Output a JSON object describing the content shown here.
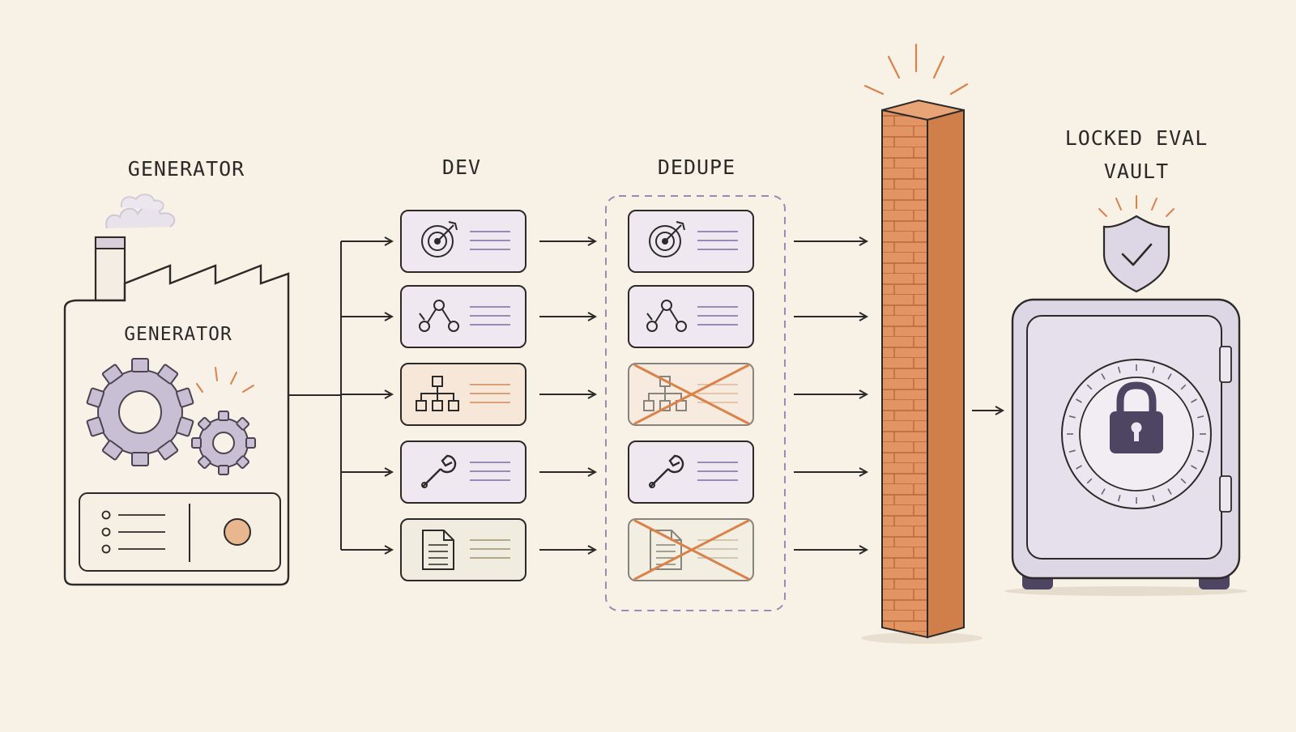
{
  "titles": {
    "generator": "GENERATOR",
    "dev": "DEV",
    "dedupe": "DEDUPE",
    "vault_line1": "LOCKED EVAL",
    "vault_line2": "VAULT"
  },
  "factory": {
    "label": "GENERATOR"
  },
  "dev_cards": [
    {
      "icon": "target-icon",
      "tint": "#efe8f0",
      "line_color": "#9b8ab8"
    },
    {
      "icon": "tree-graph-icon",
      "tint": "#efe8f0",
      "line_color": "#9b8ab8"
    },
    {
      "icon": "hierarchy-icon",
      "tint": "#f6e7d8",
      "line_color": "#d9a07a"
    },
    {
      "icon": "wrench-icon",
      "tint": "#efe8f0",
      "line_color": "#9b8ab8"
    },
    {
      "icon": "document-icon",
      "tint": "#f0ecdf",
      "line_color": "#b3a88a"
    }
  ],
  "dedupe_cards": [
    {
      "icon": "target-icon",
      "removed": false
    },
    {
      "icon": "tree-graph-icon",
      "removed": false
    },
    {
      "icon": "hierarchy-icon",
      "removed": true
    },
    {
      "icon": "wrench-icon",
      "removed": false
    },
    {
      "icon": "document-icon",
      "removed": true
    }
  ],
  "colors": {
    "background": "#f8f1e6",
    "ink": "#2c2a28",
    "purple": "#9b8ab8",
    "orange": "#d9824a",
    "brick": "#e0935f",
    "vault": "#ddd6e4"
  }
}
